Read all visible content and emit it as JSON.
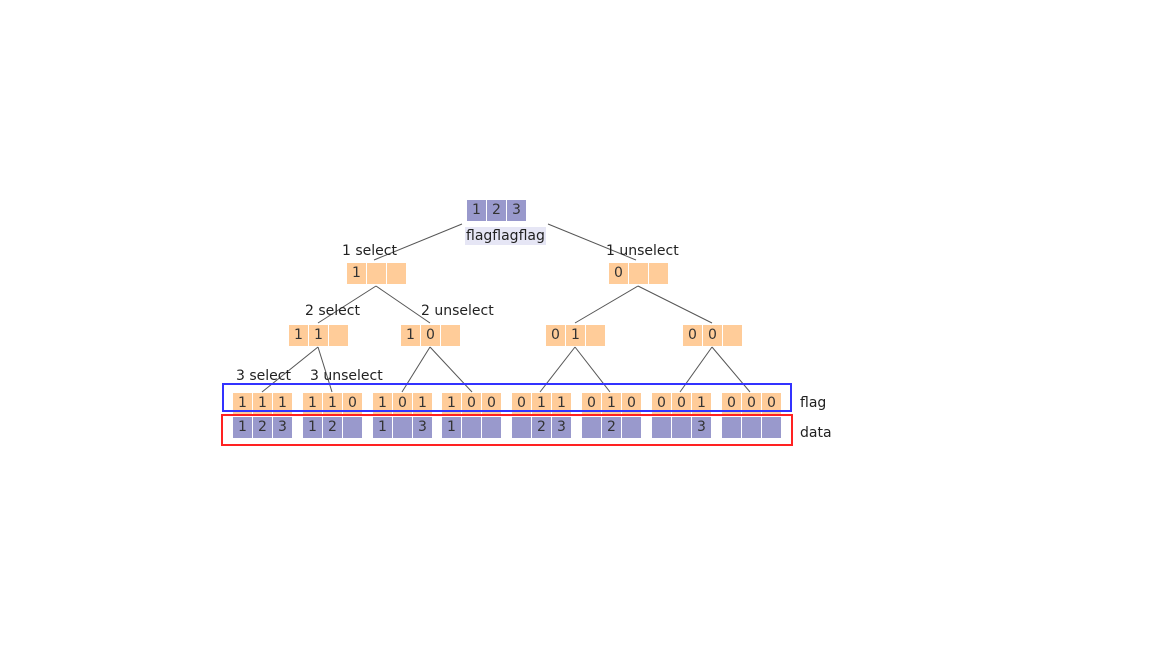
{
  "root": {
    "cells": [
      "1",
      "2",
      "3"
    ],
    "label": "flagflagflag"
  },
  "edge_labels": {
    "l1_select": "1 select",
    "l1_unselect": "1 unselect",
    "l2_select": "2 select",
    "l2_unselect": "2 unselect",
    "l3_select": "3 select",
    "l3_unselect": "3 unselect"
  },
  "level1": [
    {
      "cells": [
        "1",
        "",
        ""
      ]
    },
    {
      "cells": [
        "0",
        "",
        ""
      ]
    }
  ],
  "level2": [
    {
      "cells": [
        "1",
        "1",
        ""
      ]
    },
    {
      "cells": [
        "1",
        "0",
        ""
      ]
    },
    {
      "cells": [
        "0",
        "1",
        ""
      ]
    },
    {
      "cells": [
        "0",
        "0",
        ""
      ]
    }
  ],
  "flag_row": [
    [
      "1",
      "1",
      "1"
    ],
    [
      "1",
      "1",
      "0"
    ],
    [
      "1",
      "0",
      "1"
    ],
    [
      "1",
      "0",
      "0"
    ],
    [
      "0",
      "1",
      "1"
    ],
    [
      "0",
      "1",
      "0"
    ],
    [
      "0",
      "0",
      "1"
    ],
    [
      "0",
      "0",
      "0"
    ]
  ],
  "data_row": [
    [
      "1",
      "2",
      "3"
    ],
    [
      "1",
      "2",
      ""
    ],
    [
      "1",
      "",
      "3"
    ],
    [
      "1",
      "",
      ""
    ],
    [
      "",
      "2",
      "3"
    ],
    [
      "",
      "2",
      ""
    ],
    [
      "",
      "",
      "3"
    ],
    [
      "",
      "",
      ""
    ]
  ],
  "row_labels": {
    "flag": "flag",
    "data": "data"
  },
  "colors": {
    "flag_cell": "#ffcc99",
    "data_cell": "#9999cc",
    "flag_box": "#3333ff",
    "data_box": "#ff2222"
  }
}
